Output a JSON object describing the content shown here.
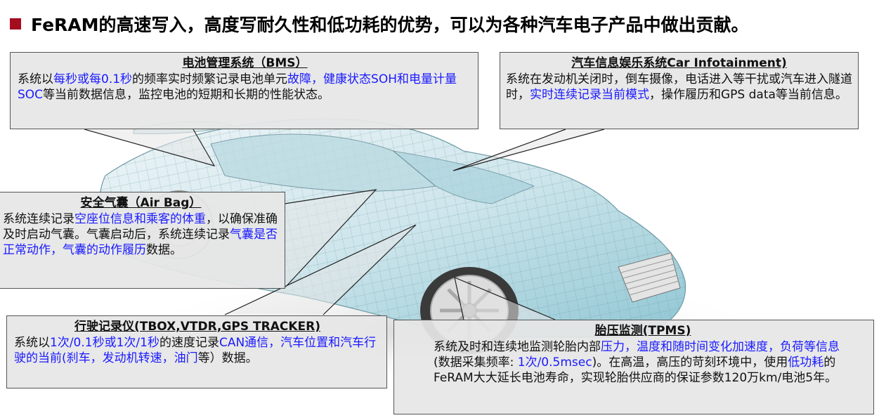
{
  "header": {
    "bullet_color": "#a50d1e",
    "title": "FeRAM的高速写入，高度写耐久性和低功耗的优势，可以为各种汽车电子产品中做出贡献。"
  },
  "illustration": {
    "subject": "car-wireframe-icon",
    "color": "#9fd3df"
  },
  "callouts": {
    "bms": {
      "title": "电池管理系统（BMS）",
      "segments": [
        {
          "text": "系统以",
          "highlight": false
        },
        {
          "text": "每秒或每0.1秒",
          "highlight": true
        },
        {
          "text": "的频率实时频繁记录电池单元",
          "highlight": false
        },
        {
          "text": "故障，健康状态SOH和电量计量SOC",
          "highlight": true
        },
        {
          "text": "等当前数据信息，监控电池的短期和长期的性能状态。",
          "highlight": false
        }
      ]
    },
    "infotainment": {
      "title": "汽车信息娱乐系统Car Infotainment)",
      "segments": [
        {
          "text": "系统在发动机关闭时，倒车摄像，电话进入等干扰或汽车进入隧道时，",
          "highlight": false
        },
        {
          "text": "实时连续记录当前模式",
          "highlight": true
        },
        {
          "text": "，操作履历和GPS data等当前信息。",
          "highlight": false
        }
      ]
    },
    "airbag": {
      "title": "安全气囊（Air Bag）",
      "segments": [
        {
          "text": "系统连续记录",
          "highlight": false
        },
        {
          "text": "空座位信息和乘客的体重",
          "highlight": true
        },
        {
          "text": "，以确保准确及时启动气囊。气囊启动后，系统连续记录",
          "highlight": false
        },
        {
          "text": "气囊是否正常动作，气囊的动作履历",
          "highlight": true
        },
        {
          "text": "数据。",
          "highlight": false
        }
      ]
    },
    "recorder": {
      "title": "行驶记录仪(TBOX,VTDR,GPS TRACKER)",
      "segments": [
        {
          "text": "系统以",
          "highlight": false
        },
        {
          "text": "1次/0.1秒或1次/1秒",
          "highlight": true
        },
        {
          "text": "的速度记录",
          "highlight": false
        },
        {
          "text": "CAN通信，汽车位置和汽车行驶的当前(刹车，发动机转速，油门",
          "highlight": true
        },
        {
          "text": "等）数据。",
          "highlight": false
        }
      ]
    },
    "tpms": {
      "title": "胎压监测(TPMS)",
      "segments": [
        {
          "text": "系统及时和连续地监测轮胎内部",
          "highlight": false
        },
        {
          "text": "压力，温度和随时间变化加速度，负荷等信息",
          "highlight": true
        },
        {
          "text": "(数据采集频率: ",
          "highlight": false
        },
        {
          "text": "1次/0.5msec",
          "highlight": true
        },
        {
          "text": ")。在高温，高压的苛刻环境中，使用",
          "highlight": false
        },
        {
          "text": "低功耗",
          "highlight": true
        },
        {
          "text": "的FeRAM大大延长电池寿命，实现轮胎供应商的保证参数120万km/电池5年。",
          "highlight": false
        }
      ]
    }
  },
  "colors": {
    "highlight": "#1a1aff",
    "callout_bg": "#e6e6e6",
    "callout_border": "#555555"
  }
}
